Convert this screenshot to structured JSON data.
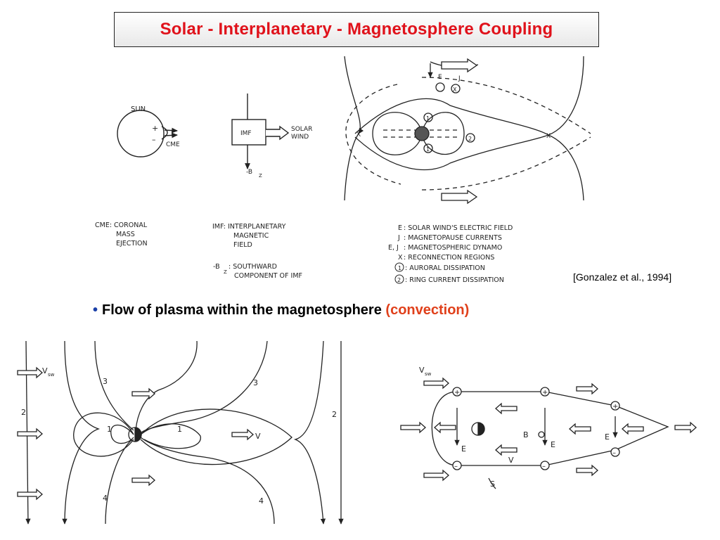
{
  "slide": {
    "title": "Solar - Interplanetary - Magnetosphere  Coupling",
    "citation": "[Gonzalez et al., 1994]",
    "bullet": {
      "marker": "•",
      "text": "Flow of plasma within the magnetosphere",
      "highlight": "(convection)"
    }
  },
  "top_figure": {
    "sun_label": "SUN",
    "plus": "+",
    "minus": "–",
    "cme_label": "CME",
    "imf_box": "IMF",
    "solar_wind_1": "SOLAR",
    "solar_wind_2": "WIND",
    "bz": "-B",
    "bz_sub": "Z",
    "x_mark": "X",
    "E_mark": "E",
    "J_mark": "J",
    "one": "1",
    "two": "2",
    "legend_cme": [
      "CME: CORONAL",
      "MASS",
      "EJECTION"
    ],
    "legend_imf": [
      "IMF: INTERPLANETARY",
      "MAGNETIC",
      "FIELD"
    ],
    "legend_bz": [
      "-B",
      "Z",
      ": SOUTHWARD",
      "COMPONENT OF IMF"
    ],
    "legend_right": [
      {
        "key": "E",
        "text": ":  SOLAR WIND'S  ELECTRIC FIELD"
      },
      {
        "key": "J",
        "text": ":  MAGNETOPAUSE  CURRENTS"
      },
      {
        "key": "E, J",
        "text": ":  MAGNETOSPHERIC  DYNAMO"
      },
      {
        "key": "X",
        "text": ":  RECONNECTION  REGIONS"
      },
      {
        "key": "1",
        "text": ":  AURORAL  DISSIPATION"
      },
      {
        "key": "2",
        "text": ":  RING CURRENT  DISSIPATION"
      }
    ]
  },
  "bottom_left": {
    "vsw": "V",
    "vsw_sub": "sw",
    "n1": "1",
    "n2": "2",
    "n3": "3",
    "n4": "4",
    "v": "V"
  },
  "bottom_right": {
    "vsw": "V",
    "vsw_sub": "sw",
    "plus": "+",
    "minus": "–",
    "E": "E",
    "V": "V",
    "B": "B",
    "S": "S"
  }
}
